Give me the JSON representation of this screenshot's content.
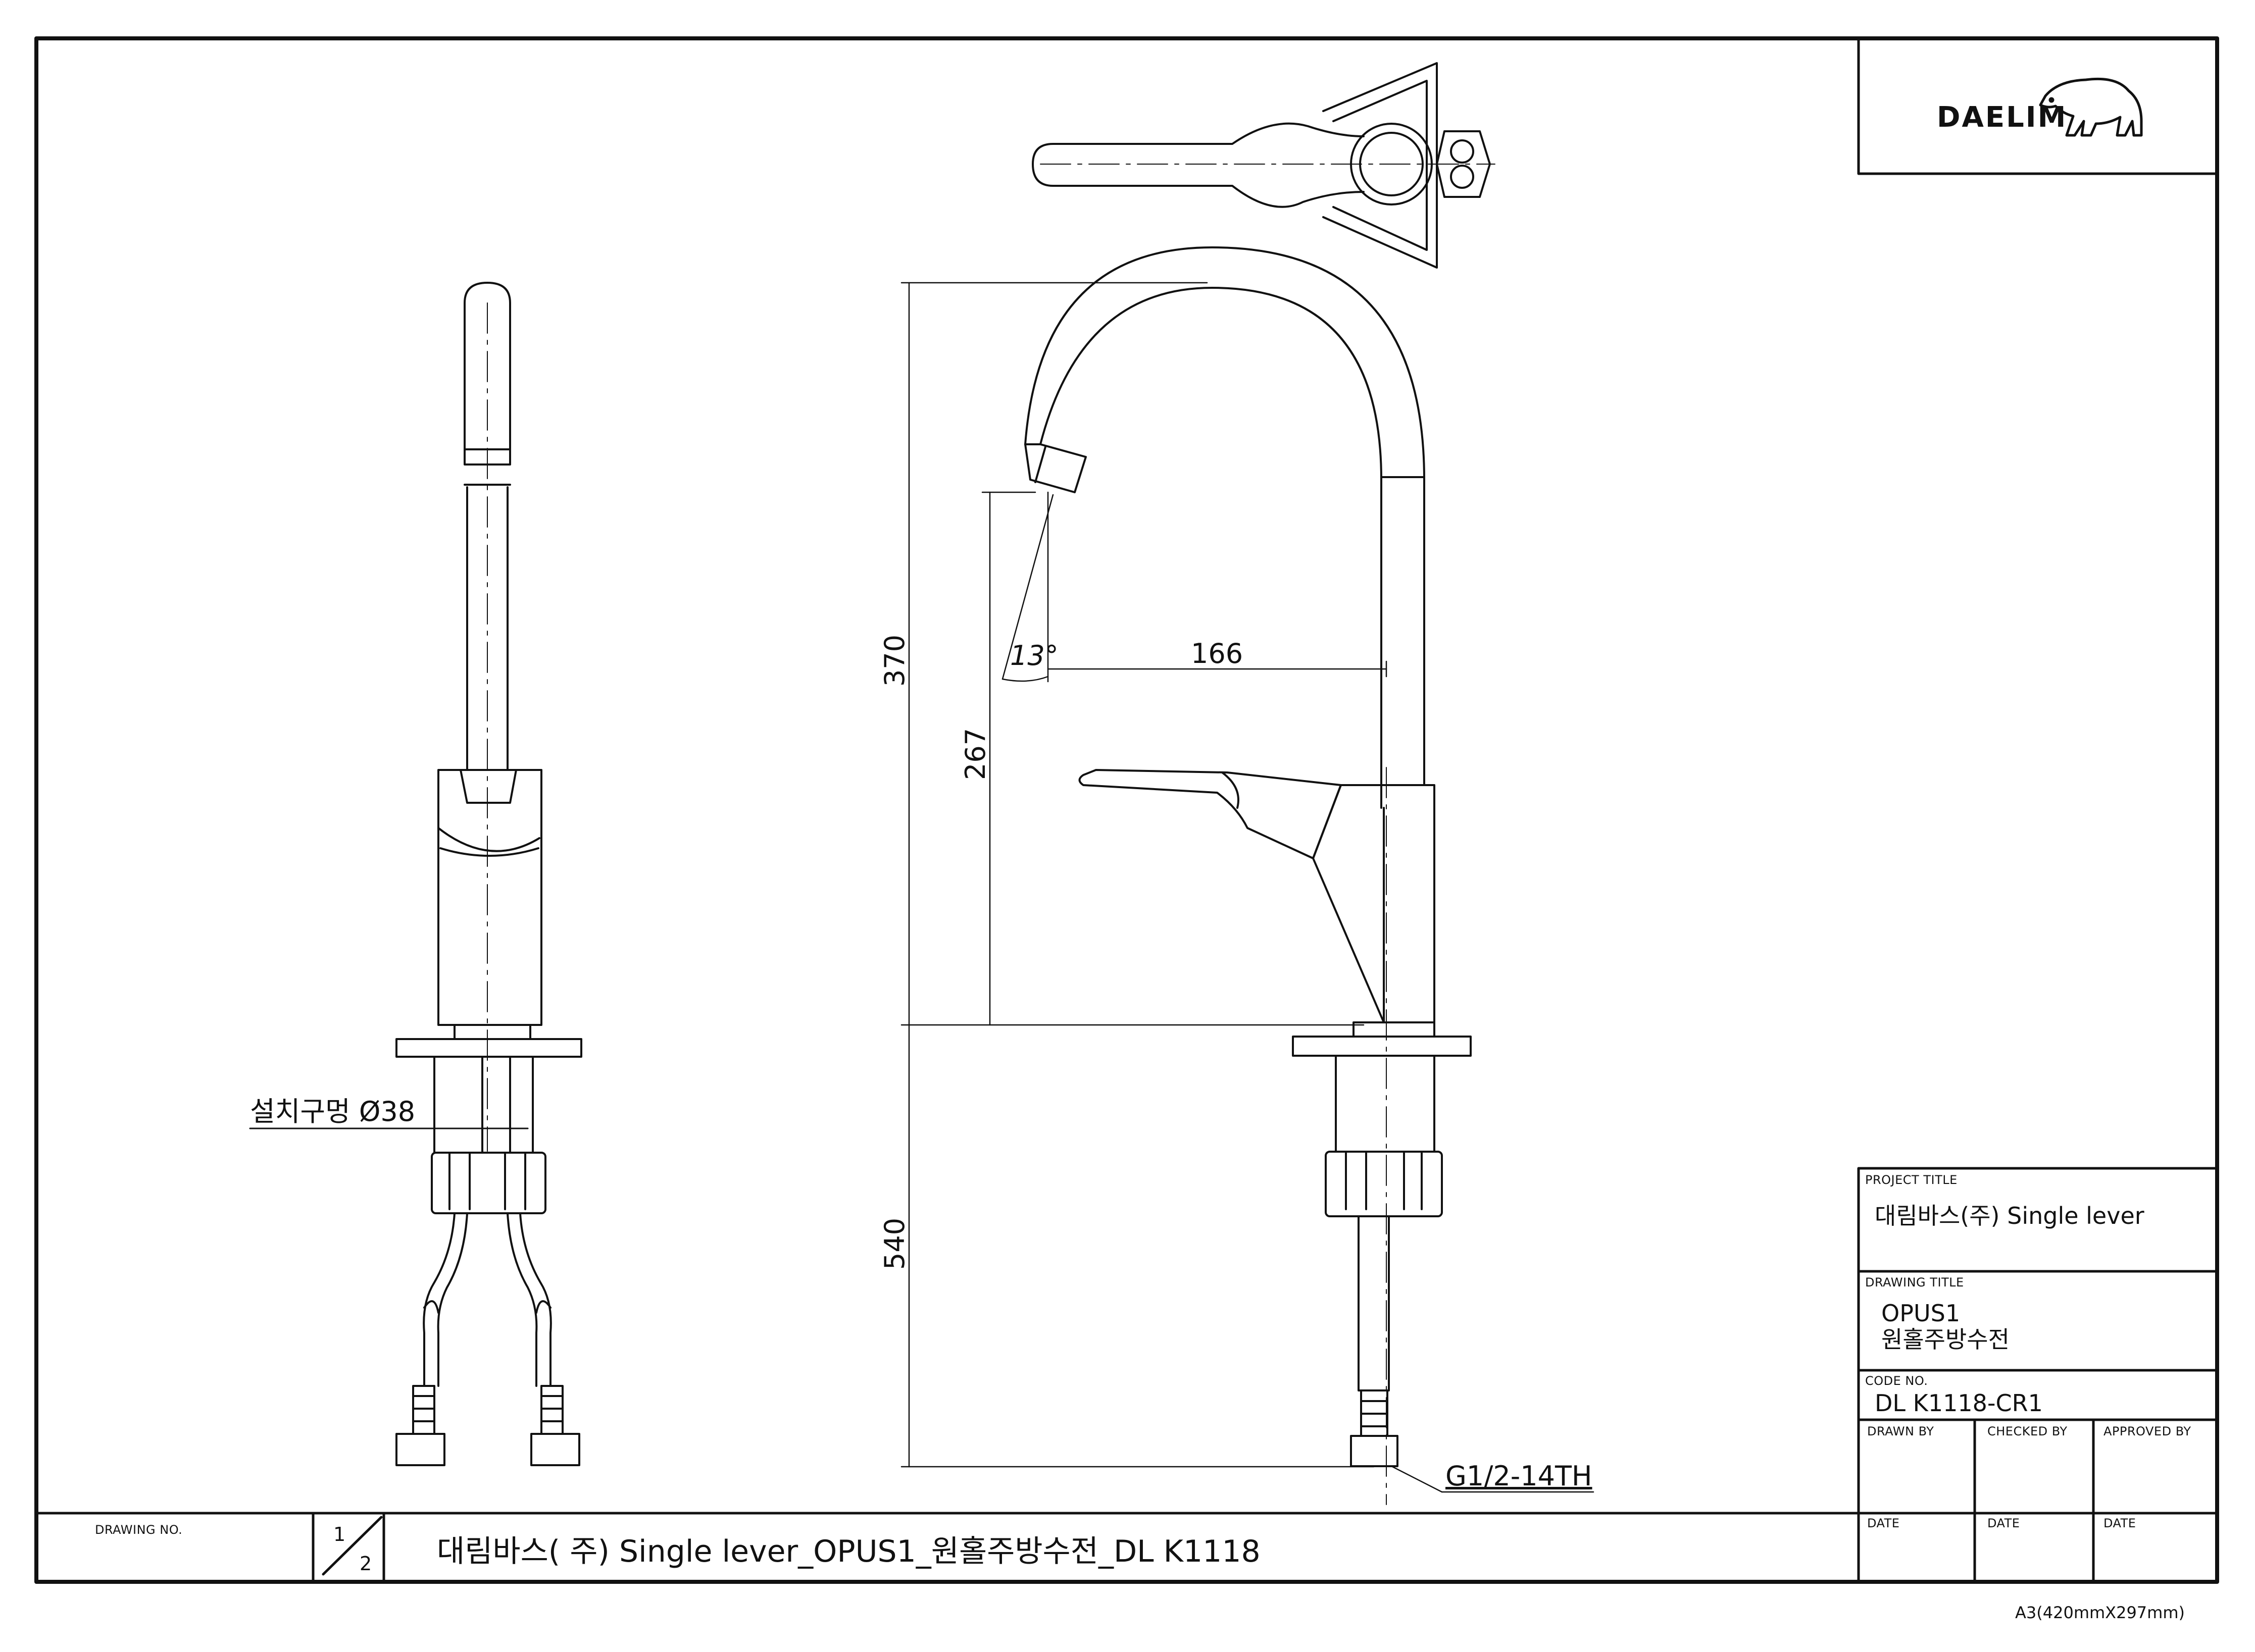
{
  "brand": {
    "logo_text": "DAELIM"
  },
  "title_block": {
    "project_title_label": "PROJECT TITLE",
    "project_title": "대림바스(주) Single lever",
    "drawing_title_label": "DRAWING TITLE",
    "drawing_title_line1": "OPUS1",
    "drawing_title_line2": "원홀주방수전",
    "code_no_label": "CODE NO.",
    "code_no": "DL K1118-CR1",
    "drawn_by_label": "DRAWN BY",
    "checked_by_label": "CHECKED BY",
    "approved_by_label": "APPROVED BY",
    "date_label_1": "DATE",
    "date_label_2": "DATE",
    "date_label_3": "DATE"
  },
  "bottom_bar": {
    "drawing_no_label": "DRAWING NO.",
    "sheet_current": "1",
    "sheet_total": "2",
    "drawing_name": "대림바스( 주) Single lever_OPUS1_원홀주방수전_DL K1118"
  },
  "paper_size": "A3(420mmX297mm)",
  "dimensions": {
    "height_total": "370",
    "spout_outlet_height": "267",
    "spout_reach": "166",
    "spout_angle": "13°",
    "below_deck_length": "540",
    "mounting_hole": "설치구멍 Ø38",
    "thread": "G1/2-14TH"
  }
}
